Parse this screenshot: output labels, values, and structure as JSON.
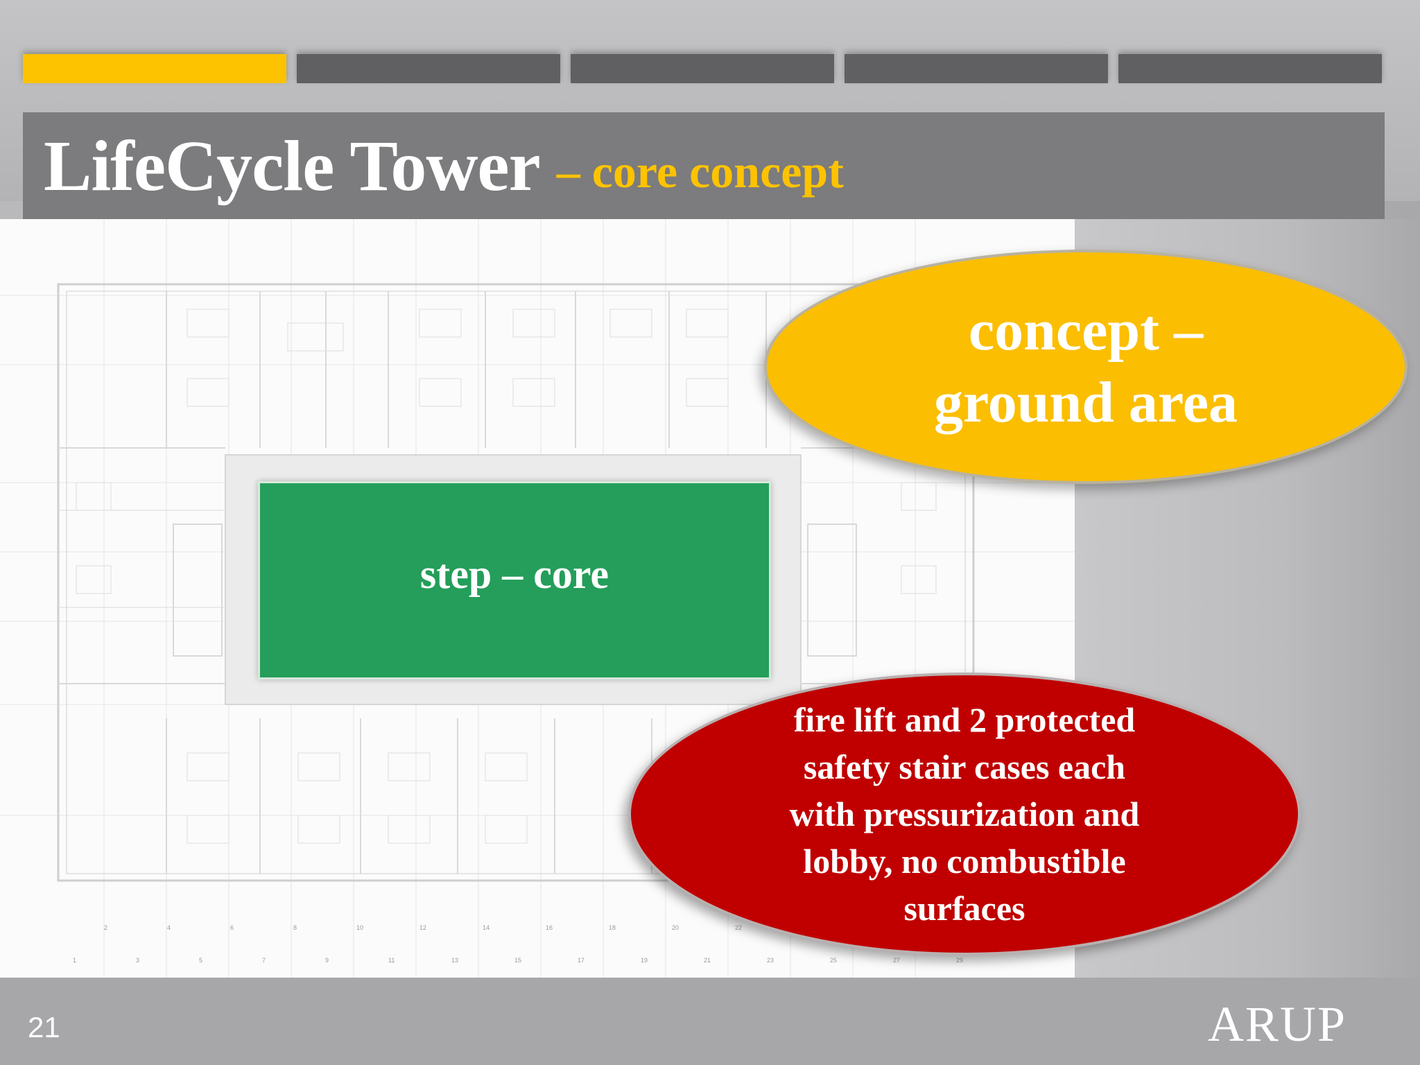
{
  "slide": {
    "title": "LifeCycle Tower",
    "subtitle": "– core concept",
    "page_number": "21",
    "logo_text": "ARUP",
    "progress": {
      "segments": 5,
      "active_index": 0
    }
  },
  "callouts": {
    "core_label": "step – core",
    "ground_area": "concept –\nground area",
    "safety_note": "fire lift and 2 protected\nsafety stair cases each\nwith pressurization and\nlobby, no combustible\nsurfaces"
  },
  "plan": {
    "bottom_axis_labels_row1": [
      "2",
      "4",
      "6",
      "8",
      "10",
      "12",
      "14",
      "16",
      "18",
      "20",
      "22"
    ],
    "bottom_axis_labels_row2": [
      "1",
      "3",
      "5",
      "7",
      "9",
      "11",
      "13",
      "15",
      "17",
      "19",
      "21",
      "23",
      "25",
      "27",
      "29"
    ]
  },
  "colors": {
    "accent": "#fdc300",
    "title_bar": "#7c7b7d",
    "core_green": "#249e5a",
    "safety_red": "#c00000",
    "ground_yellow": "#fbbe00"
  }
}
